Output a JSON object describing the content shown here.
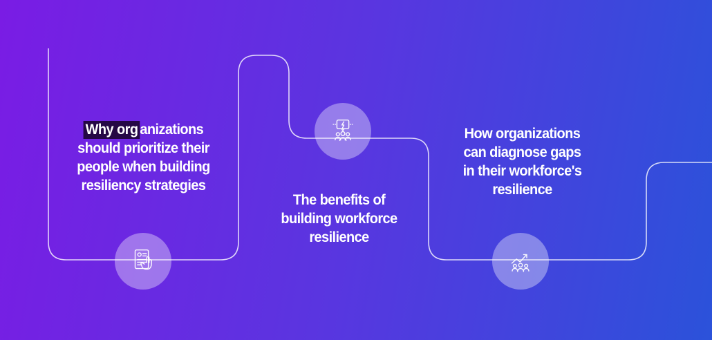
{
  "colors": {
    "background_from": "#7a1ce4",
    "background_mid": "#5a35e0",
    "background_to": "#2b52da",
    "flow_line": "rgba(255,255,255,0.8)",
    "icon_circle": "rgba(255,255,255,0.36)",
    "highlight": "#250845",
    "text": "#ffffff"
  },
  "panels": {
    "left": {
      "line1_highlight": "Why org",
      "line1_rest": "anizations",
      "lines": [
        "should prioritize their",
        "people when building",
        "resiliency strategies"
      ],
      "icon": "document-pointer-icon"
    },
    "middle": {
      "lines": [
        "The benefits of",
        "building workforce",
        "resilience"
      ],
      "icon": "chat-lightning-people-icon"
    },
    "right": {
      "lines": [
        "How organizations",
        "can diagnose gaps",
        "in their workforce's",
        "resilience"
      ],
      "icon": "chart-growth-people-icon"
    }
  }
}
